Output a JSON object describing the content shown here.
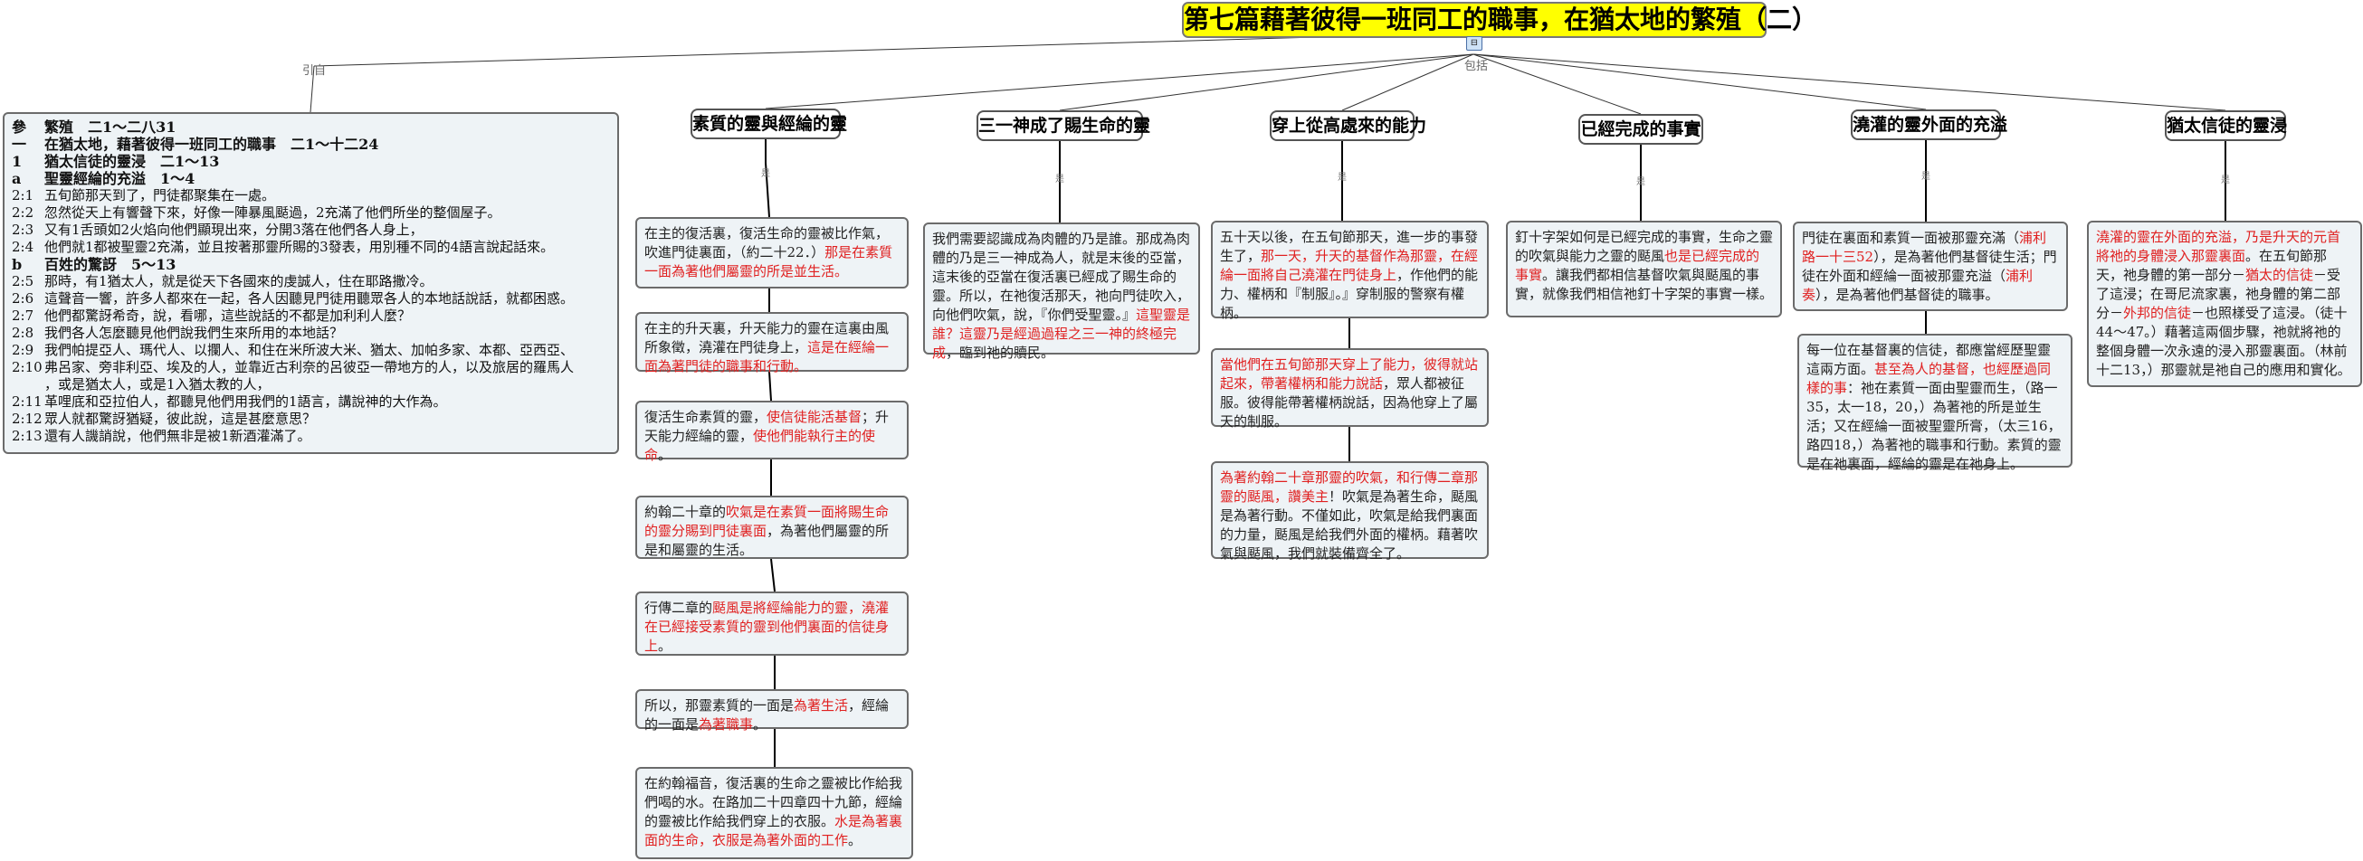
{
  "title": "第七篇藉著彼得一班同工的職事，在猶太地的繁殖（二）",
  "root_button": "⊟",
  "labels": {
    "left": "引自",
    "right": "包括",
    "sub": "是"
  },
  "outline": [
    {
      "k": "參",
      "t": "繁殖　二1～二八31",
      "bold": true
    },
    {
      "k": "一",
      "t": "在猶太地，藉著彼得一班同工的職事　二1～十二24",
      "bold": true
    },
    {
      "k": "1",
      "t": "猶太信徒的靈浸　二1～13",
      "bold": true
    },
    {
      "k": "a",
      "t": "聖靈經綸的充溢　1～4",
      "bold": true
    },
    {
      "k": "2:1",
      "t": "五旬節那天到了，門徒都聚集在一處。",
      "bold": false
    },
    {
      "k": "2:2",
      "t": "忽然從天上有響聲下來，好像一陣暴風颳過，2充滿了他們所坐的整個屋子。",
      "bold": false
    },
    {
      "k": "2:3",
      "t": "又有1舌頭如2火焰向他們顯現出來，分開3落在他們各人身上，",
      "bold": false
    },
    {
      "k": "2:4",
      "t": "他們就1都被聖靈2充滿，並且按著那靈所賜的3發表，用別種不同的4語言說起話來。",
      "bold": false
    },
    {
      "k": "b",
      "t": "百姓的驚訝　5～13",
      "bold": true
    },
    {
      "k": "2:5",
      "t": "那時，有1猶太人，就是從天下各國來的虔誠人，住在耶路撒冷。",
      "bold": false
    },
    {
      "k": "2:6",
      "t": "這聲音一響，許多人都來在一起，各人因聽見門徒用聽眾各人的本地話說話，就都困惑。",
      "bold": false
    },
    {
      "k": "2:7",
      "t": "他們都驚訝希奇，說，看哪，這些說話的不都是加利利人麼？",
      "bold": false
    },
    {
      "k": "2:8",
      "t": "我們各人怎麼聽見他們說我們生來所用的本地話？",
      "bold": false
    },
    {
      "k": "2:9",
      "t": "我們帕提亞人、瑪代人、以攔人、和住在米所波大米、猶太、加帕多家、本都、亞西亞、",
      "bold": false
    },
    {
      "k": "2:10",
      "t": "弗呂家、旁非利亞、埃及的人，並靠近古利奈的呂彼亞一帶地方的人，以及旅居的羅馬人",
      "bold": false
    },
    {
      "k": "",
      "t": "，或是猶太人，或是1入猶太教的人，",
      "bold": false
    },
    {
      "k": "2:11",
      "t": "革哩底和亞拉伯人，都聽見他們用我們的1語言，講說神的大作為。",
      "bold": false
    },
    {
      "k": "2:12",
      "t": "眾人就都驚訝猶疑，彼此說，這是甚麼意思？",
      "bold": false
    },
    {
      "k": "2:13",
      "t": "還有人譏誚說，他們無非是被1新酒灌滿了。",
      "bold": false
    }
  ],
  "topics": [
    {
      "label": "素質的靈與經綸的靈"
    },
    {
      "label": "三一神成了賜生命的靈"
    },
    {
      "label": "穿上從高處來的能力"
    },
    {
      "label": "已經完成的事實"
    },
    {
      "label": "澆灌的靈外面的充溢"
    },
    {
      "label": "猶太信徒的靈浸"
    }
  ],
  "cards": {
    "c1a": [
      {
        "t": "在主的復活裏，復活生命的靈被比作氣，吹進門徒裏面，（約二十22．）"
      },
      {
        "t": "那是在素質一面為著他們屬靈的所是並生活。",
        "r": true
      }
    ],
    "c1b": [
      {
        "t": "在主的升天裏，升天能力的靈在這裏由風所象徵，澆灌在門徒身上，"
      },
      {
        "t": "這是在經綸一面為著門徒的職事和行動。",
        "r": true
      }
    ],
    "c1c": [
      {
        "t": "復活生命素質的靈，"
      },
      {
        "t": "使信徒能活基督",
        "r": true
      },
      {
        "t": "；升天能力經綸的靈，"
      },
      {
        "t": "使他們能執行主的使命",
        "r": true
      },
      {
        "t": "。"
      }
    ],
    "c1d": [
      {
        "t": "約翰二十章的"
      },
      {
        "t": "吹氣是在素質一面將賜生命的靈分賜到門徒裏面",
        "r": true
      },
      {
        "t": "，為著他們屬靈的所是和屬靈的生活。"
      }
    ],
    "c1e": [
      {
        "t": "行傳二章的"
      },
      {
        "t": "颳風是將經綸能力的靈，澆灌在已經接受素質的靈到他們裏面的信徒身上",
        "r": true
      },
      {
        "t": "。"
      }
    ],
    "c1f": [
      {
        "t": "所以，那靈素質的一面是"
      },
      {
        "t": "為著生活",
        "r": true
      },
      {
        "t": "，經綸的一面是"
      },
      {
        "t": "為著職事",
        "r": true
      },
      {
        "t": "。"
      }
    ],
    "c1g": [
      {
        "t": "在約翰福音，復活裏的生命之靈被比作給我們喝的水。在路加二十四章四十九節，經綸的靈被比作給我們穿上的衣服。"
      },
      {
        "t": "水是為著裏面的生命，衣服是為著外面的工作",
        "r": true
      },
      {
        "t": "。"
      }
    ],
    "c2a": [
      {
        "t": "我們需要認識成為肉體的乃是誰。那成為肉體的乃是三一神成為人，就是末後的亞當，這末後的亞當在復活裏已經成了賜生命的靈。所以，在祂復活那天，祂向門徒吹入，向他們吹氣，說，『你們受聖靈。』"
      },
      {
        "t": "這聖靈是誰？這靈乃是經過過程之三一神的終極完成",
        "r": true
      },
      {
        "t": "，臨到祂的贖民。"
      }
    ],
    "c3a": [
      {
        "t": "五十天以後，在五旬節那天，進一步的事發生了，"
      },
      {
        "t": "那一天，升天的基督作為那靈，在經綸一面將自己澆灌在門徒身上",
        "r": true
      },
      {
        "t": "，作他們的能力、權柄和『制服』。』穿制服的警察有權柄。"
      }
    ],
    "c3b": [
      {
        "t": "當他們在五旬節那天穿上了能力，彼得就站起來，帶著權柄和能力說話",
        "r": true
      },
      {
        "t": "，眾人都被征服。彼得能帶著權柄說話，因為他穿上了屬天的制服。"
      }
    ],
    "c3c": [
      {
        "t": "為著約翰二十章那靈的吹氣，和行傳二章那靈的颳風，讚美主",
        "r": true
      },
      {
        "t": "！吹氣是為著生命，颳風是為著行動。不僅如此，吹氣是給我們裏面的力量，颳風是給我們外面的權柄。藉著吹氣與颳風，我們就裝備齊全了。"
      }
    ],
    "c4a": [
      {
        "t": "釘十字架如何是已經完成的事實，生命之靈的吹氣與能力之靈的颳風"
      },
      {
        "t": "也是已經完成的事實",
        "r": true
      },
      {
        "t": "。讓我們都相信基督吹氣與颳風的事實，就像我們相信祂釘十字架的事實一樣。"
      }
    ],
    "c5a": [
      {
        "t": "門徒在裏面和素質一面被那靈充滿（"
      },
      {
        "t": "浦利路一十三52",
        "r": true
      },
      {
        "t": "），是為著他們基督徒生活；門徒在外面和經綸一面被那靈充溢（"
      },
      {
        "t": "浦利奏",
        "r": true
      },
      {
        "t": "），是為著他們基督徒的職事。"
      }
    ],
    "c5b": [
      {
        "t": "每一位在基督裏的信徒，都應當經歷聖靈這兩方面。"
      },
      {
        "t": "甚至為人的基督，也經歷過同樣的事",
        "r": true
      },
      {
        "t": "：祂在素質一面由聖靈而生，（路一35，太一18，20，）為著祂的所是並生活；又在經綸一面被聖靈所膏，（太三16，路四18，）為著祂的職事和行動。素質的靈是在祂裏面，經綸的靈是在祂身上。"
      }
    ],
    "c6a": [
      {
        "t": "澆灌的靈在外面的充溢，乃是升天的元首將祂的身體浸入那靈裏面",
        "r": true
      },
      {
        "t": "。在五旬節那天，祂身體的第一部分－"
      },
      {
        "t": "猶太的信徒",
        "r": true
      },
      {
        "t": "－受了這浸；在哥尼流家裏，祂身體的第二部分－"
      },
      {
        "t": "外邦的信徒",
        "r": true
      },
      {
        "t": "－也照樣受了這浸。（徒十44～47。）藉著這兩個步驟，祂就將祂的整個身體一次永遠的浸入那靈裏面。（林前十二13，）那靈就是祂自己的應用和實化。"
      }
    ]
  }
}
